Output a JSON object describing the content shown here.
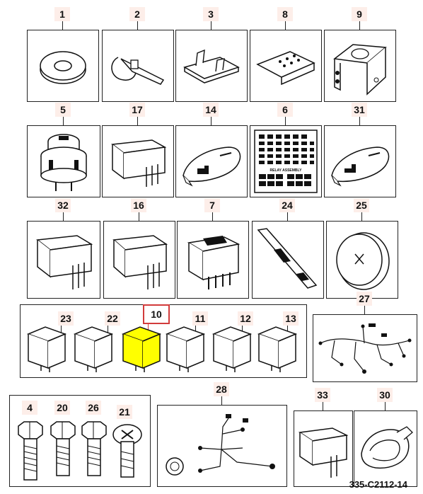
{
  "parts_row1": [
    "1",
    "2",
    "3",
    "8",
    "9"
  ],
  "parts_row2": [
    "5",
    "17",
    "14",
    "6",
    "31"
  ],
  "parts_row3": [
    "32",
    "16",
    "7",
    "24",
    "25"
  ],
  "relays": [
    "23",
    "22",
    "10",
    "11",
    "12",
    "13"
  ],
  "highlighted_part": "10",
  "harness_27": "27",
  "harness_28": "28",
  "bolts": [
    "4",
    "20",
    "26",
    "21"
  ],
  "part_33": "33",
  "part_30": "30",
  "relay_panel_title": "RELAY ASSEMBLY",
  "diagram_code": "335-C2112-14",
  "colors": {
    "highlight_fill": "#ffff00",
    "highlight_border": "#d23b3b",
    "tag_bg": "#fdeee9"
  }
}
